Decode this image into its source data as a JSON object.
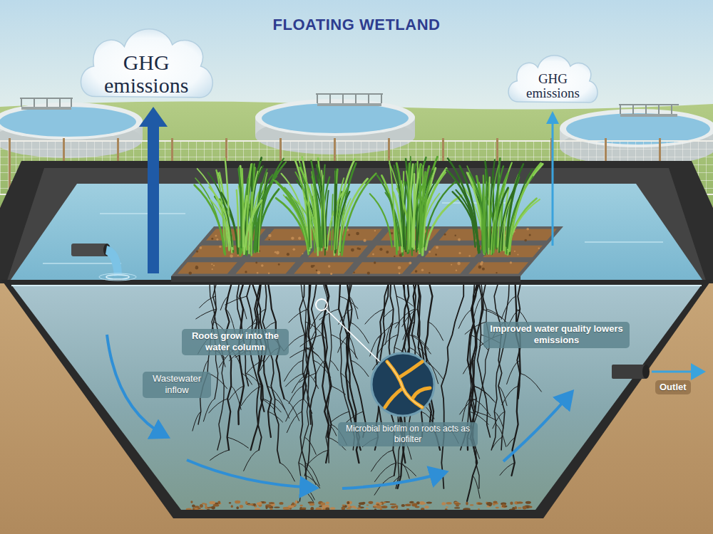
{
  "diagram": {
    "title": "FLOATING WETLAND",
    "nodes": [
      {
        "text": [
          "GHG emissions"
        ]
      },
      {
        "text": [
          "GHG emissions"
        ]
      }
    ],
    "labels": [
      "Roots grow into the water column",
      "Wastewater inflow",
      "Improved water quality lowers emissions",
      "Microbial biofilm on roots acts as biofilter",
      "Outlet"
    ]
  }
}
